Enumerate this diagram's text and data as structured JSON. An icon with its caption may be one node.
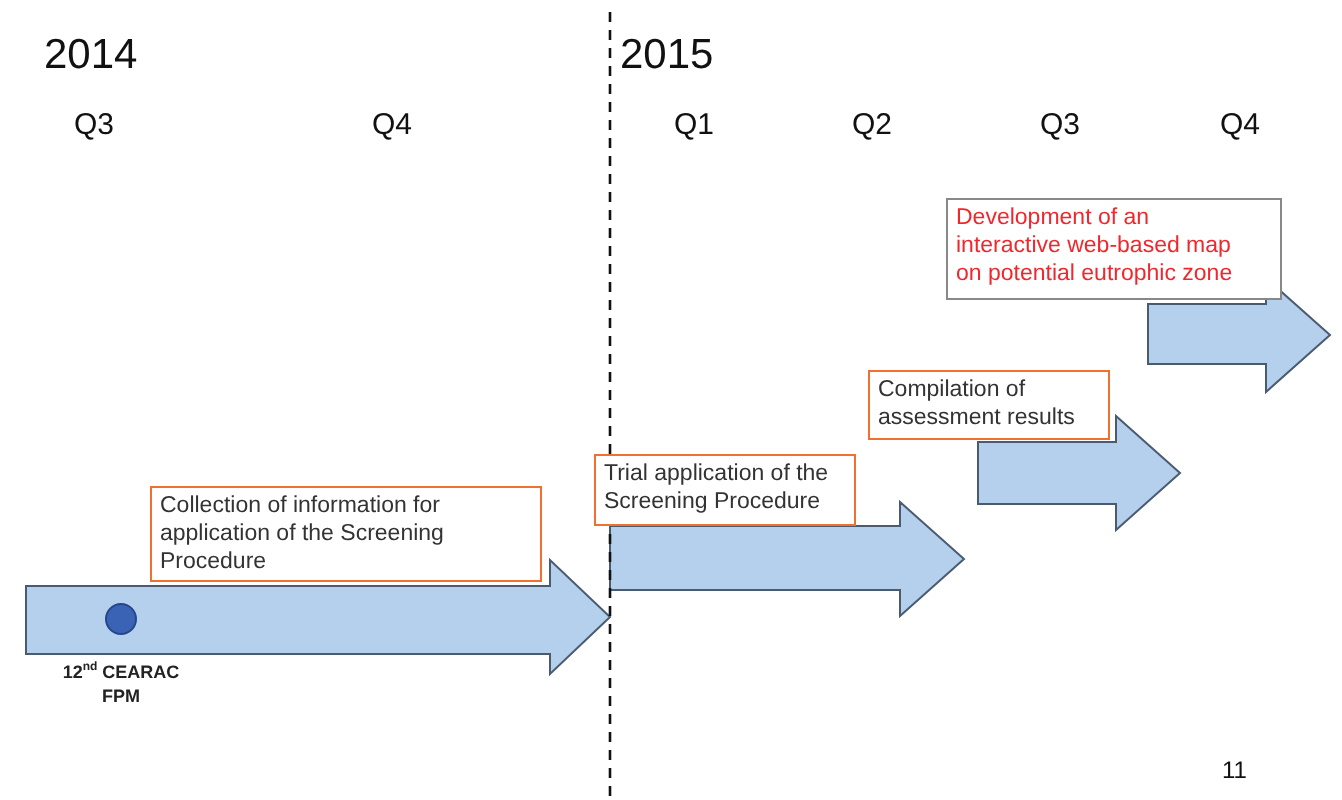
{
  "diagram": {
    "nodes": [
      {
        "text": [
          "Collection of information for application of the Screening Procedure"
        ]
      },
      {
        "text": [
          "Trial application of the Screening Procedure"
        ]
      },
      {
        "text": [
          "Compilation of assessment results"
        ]
      },
      {
        "text": [
          "Development of an interactive web-based map on potential eutrophic zone"
        ]
      },
      {
        "text": [],
        "shape": "circle",
        "beside": [
          "12$^{nd}$ CEARAC FPM"
        ]
      }
    ],
    "edges": [
      {
        "from": 0,
        "to": null,
        "arrow": "to",
        "style": "thick"
      },
      {
        "from": 1,
        "to": null,
        "arrow": "to",
        "style": "thick"
      },
      {
        "from": 2,
        "to": null,
        "arrow": "to",
        "style": "thick"
      },
      {
        "from": 3,
        "to": null,
        "arrow": "to",
        "style": "thick"
      }
    ],
    "labels": [
      "2014",
      "2015",
      "Q3",
      "Q4",
      "Q1",
      "Q2",
      "Q3",
      "Q4",
      "11"
    ]
  }
}
